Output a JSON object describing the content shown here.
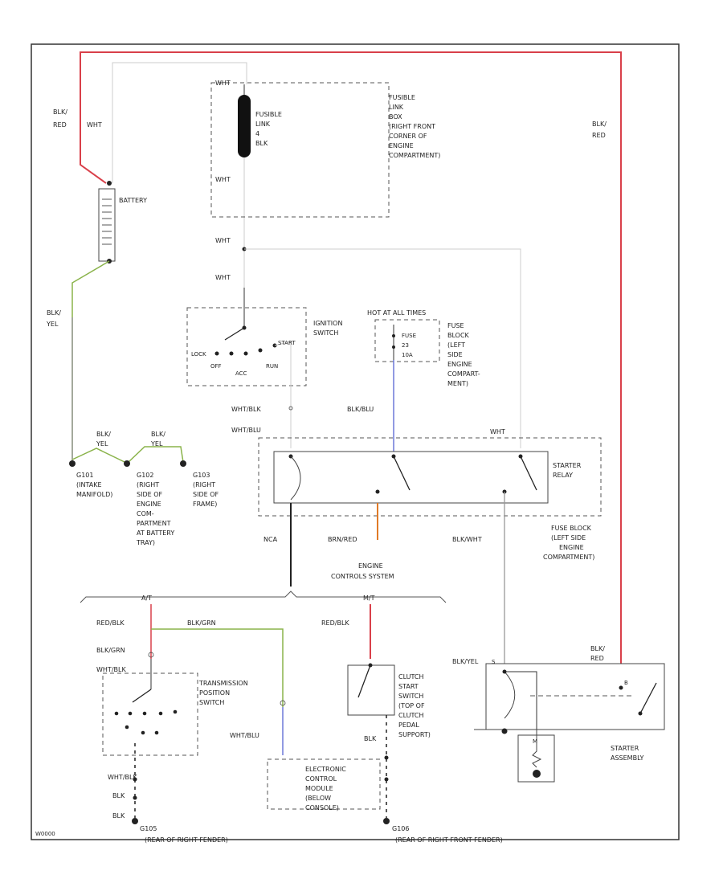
{
  "wires": {
    "blk_red_wht": [
      "BLK/",
      "RED",
      "WHT"
    ],
    "blk_red_right": [
      "BLK/",
      "RED"
    ],
    "blk_yel": [
      "BLK/",
      "YEL"
    ],
    "blk_yel_g1": [
      "BLK/",
      "YEL"
    ],
    "blk_yel_g2": [
      "BLK/",
      "YEL"
    ],
    "wht_top": "WHT",
    "wht_mid": "WHT",
    "wht_upper": "WHT",
    "wht_lower": "WHT",
    "wht_blk": "WHT/BLK",
    "wht_blu": "WHT/BLU",
    "blk_blu": "BLK/BLU",
    "wht_relay": "WHT",
    "nca": "NCA",
    "brn_red": "BRN/RED",
    "blk_wht": "BLK/WHT",
    "red_blk_at": "RED/BLK",
    "blk_grn_top": "BLK/GRN",
    "blk_grn": "BLK/GRN",
    "wht_blk_tps": "WHT/BLK",
    "wht_blk_bottom": "WHT/BLK",
    "blk_a": "BLK",
    "blk_b": "BLK",
    "wht_blu_ecm": "WHT/BLU",
    "red_blk_mt": "RED/BLK",
    "blk_clutch": "BLK",
    "blk_red_starter": [
      "BLK/",
      "RED"
    ],
    "blk_yel_starter": "BLK/YEL"
  },
  "labels": {
    "fusible_link": [
      "FUSIBLE",
      "LINK",
      "4",
      "BLK"
    ],
    "fusible_link_note": [
      "FUSIBLE",
      "LINK",
      "BOX",
      "(RIGHT FRONT",
      "CORNER OF",
      "ENGINE",
      "COMPARTMENT)"
    ],
    "battery": "BATTERY",
    "ignition_switch": [
      "IGNITION",
      "SWITCH"
    ],
    "ign_positions": {
      "lock": "LOCK",
      "off": "OFF",
      "acc": "ACC",
      "run": "RUN",
      "start": "START"
    },
    "hot_at_all_times": "HOT AT ALL TIMES",
    "fuse": [
      "FUSE",
      "23",
      "10A"
    ],
    "fuse_block_note": [
      "FUSE",
      "BLOCK",
      "(LEFT",
      "SIDE",
      "ENGINE",
      "COMPART-",
      "MENT)"
    ],
    "starter_relay": [
      "STARTER",
      "RELAY"
    ],
    "fuse_block_left": [
      "FUSE BLOCK",
      "(LEFT SIDE",
      "ENGINE",
      "COMPARTMENT)"
    ],
    "engine_controls": [
      "ENGINE",
      "CONTROLS SYSTEM"
    ],
    "g_intake": [
      "G101",
      "(INTAKE",
      "MANIFOLD)"
    ],
    "g_right_side": [
      "G102",
      "(RIGHT",
      "SIDE OF",
      "ENGINE",
      "COM-",
      "PARTMENT",
      "AT BATTERY",
      "TRAY)"
    ],
    "g_frame": [
      "G103",
      "(RIGHT",
      "SIDE OF",
      "FRAME)"
    ],
    "at": "A/T",
    "mt": "M/T",
    "tps": [
      "TRANSMISSION",
      "POSITION",
      "SWITCH"
    ],
    "clutch": [
      "CLUTCH",
      "START",
      "SWITCH",
      "(TOP OF",
      "CLUTCH",
      "PEDAL",
      "SUPPORT)"
    ],
    "ecm": [
      "ELECTRONIC",
      "CONTROL",
      "MODULE",
      "(BELOW",
      "CONSOLE)"
    ],
    "starter_assembly": [
      "STARTER",
      "ASSEMBLY"
    ],
    "g_bottom_left": [
      "G105",
      "(REAR OF RIGHT FENDER)"
    ],
    "g_bottom_right": [
      "G106",
      "(REAR OF RIGHT FRONT FENDER)"
    ],
    "pin_b": "B",
    "pin_s": "S",
    "pin_m": "M",
    "footer_code": "W0000"
  },
  "colors": {
    "red": "#d9404a",
    "green": "#8ab34a",
    "blue": "#6c78d8",
    "orange": "#e07a26",
    "frame": "#333333"
  }
}
